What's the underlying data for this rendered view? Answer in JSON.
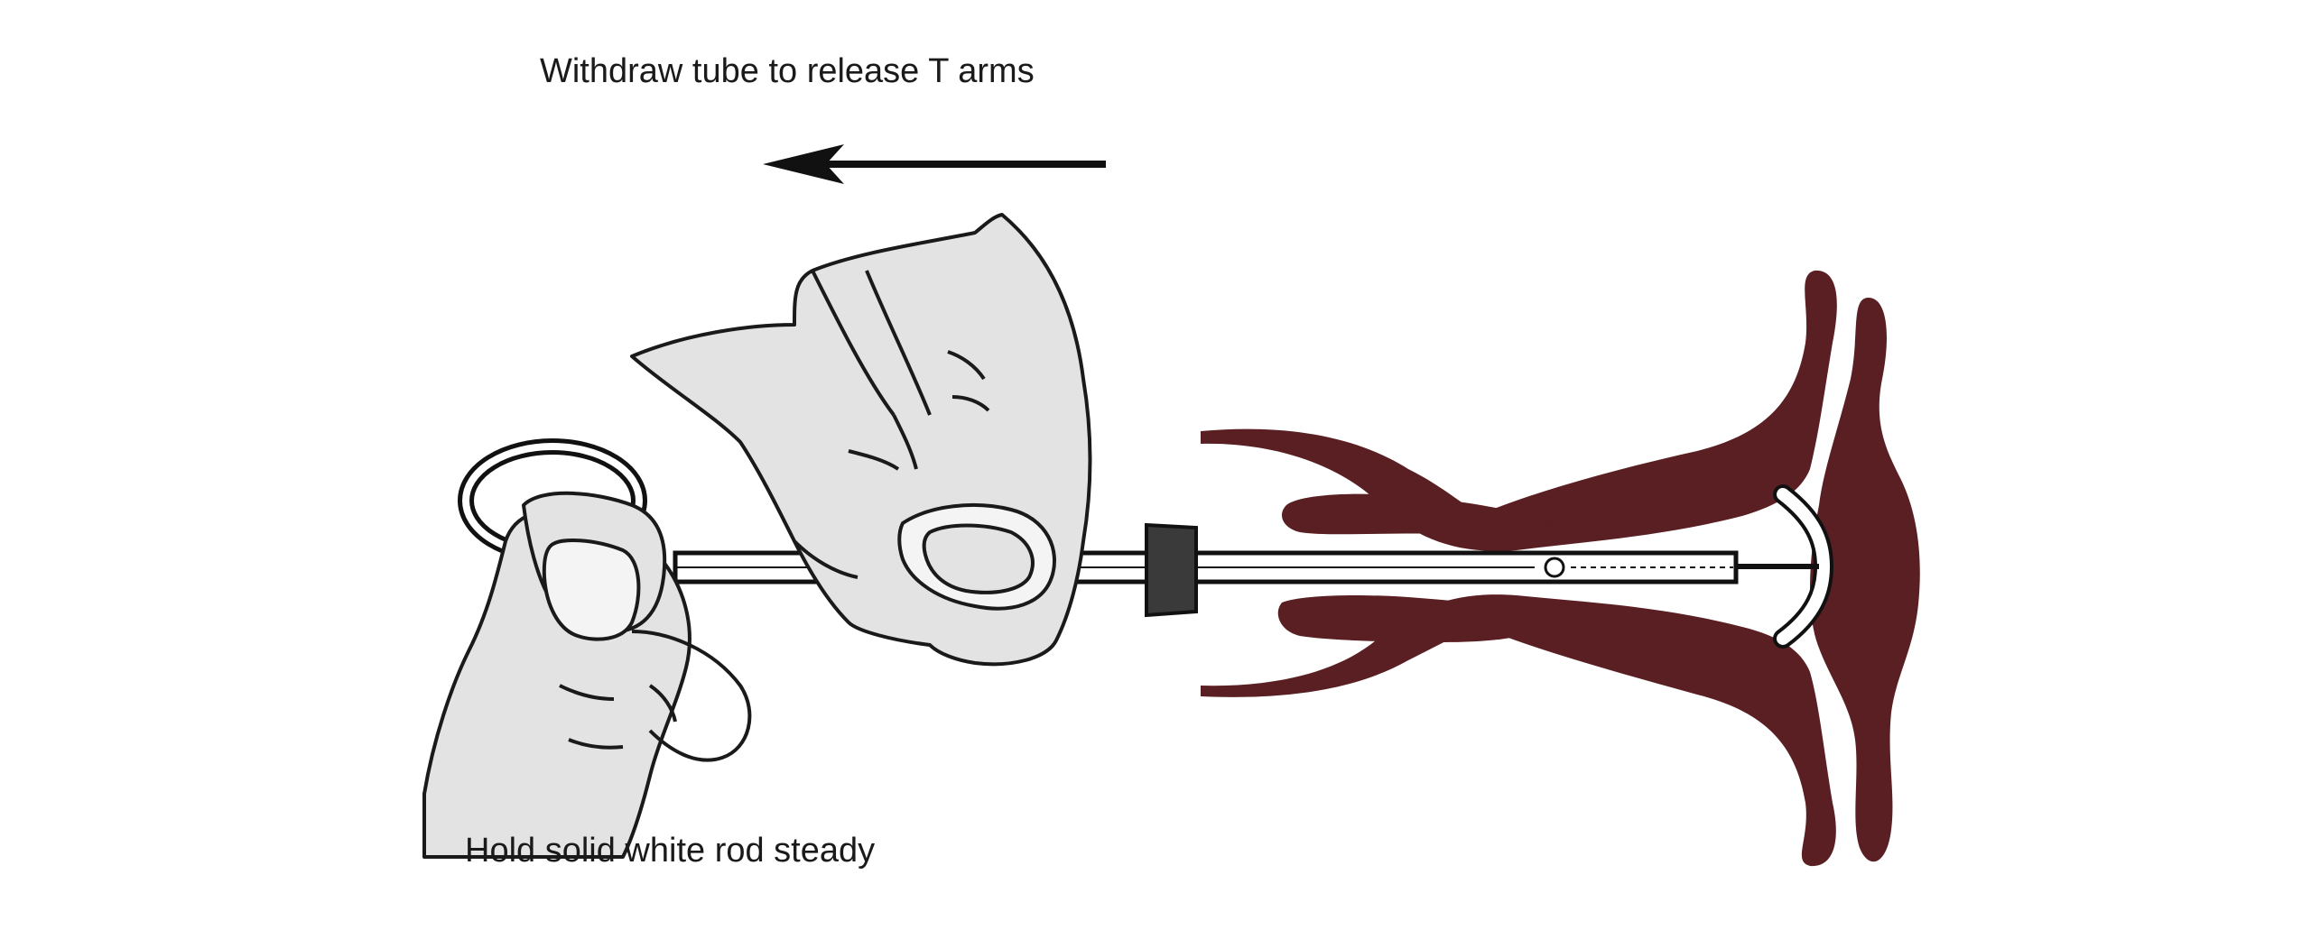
{
  "diagram": {
    "instruction_top": "Withdraw tube to release T arms",
    "instruction_bottom": "Hold solid white rod steady",
    "colors": {
      "uterus": "#5a1f22",
      "hand_fill": "#e3e3e3",
      "outline": "#1a1a1a",
      "stopper": "#3a3a3a",
      "background": "#ffffff"
    },
    "arrow_direction": "left"
  }
}
